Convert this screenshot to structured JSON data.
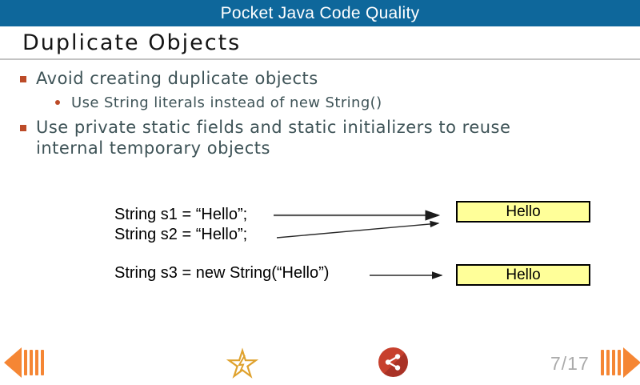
{
  "app": {
    "title": "Pocket Java Code Quality"
  },
  "slide": {
    "title": "Duplicate Objects",
    "bullets": {
      "b1": "Avoid creating duplicate objects",
      "b1_sub": "Use String literals instead of new String()",
      "b2_line1": "Use private static fields and static initializers to reuse",
      "b2_line2": "internal temporary objects"
    },
    "diagram": {
      "code_s1": "String s1 = “Hello”;",
      "code_s2": "String s2 = “Hello”;",
      "code_s3": "String s3 = new String(“Hello”)",
      "box1_label": "Hello",
      "box2_label": "Hello"
    }
  },
  "footer": {
    "page_indicator": "7/17",
    "icons": {
      "prev": "prev-arrow-icon",
      "favorite": "star-icon",
      "share": "share-icon",
      "next": "next-arrow-icon"
    }
  },
  "colors": {
    "header_bg": "#0E679B",
    "header_text": "#FFFFFF",
    "body_text": "#3E5357",
    "bullet_marker": "#BC4B28",
    "memory_box_fill": "#FFFF99",
    "memory_box_border": "#000000",
    "nav_arrow_orange": "#F58634",
    "share_red": "#C0392B",
    "star_gold": "#DFA22E",
    "page_indicator_gray": "#ABABAB",
    "divider_gray": "#C3C3C3"
  }
}
